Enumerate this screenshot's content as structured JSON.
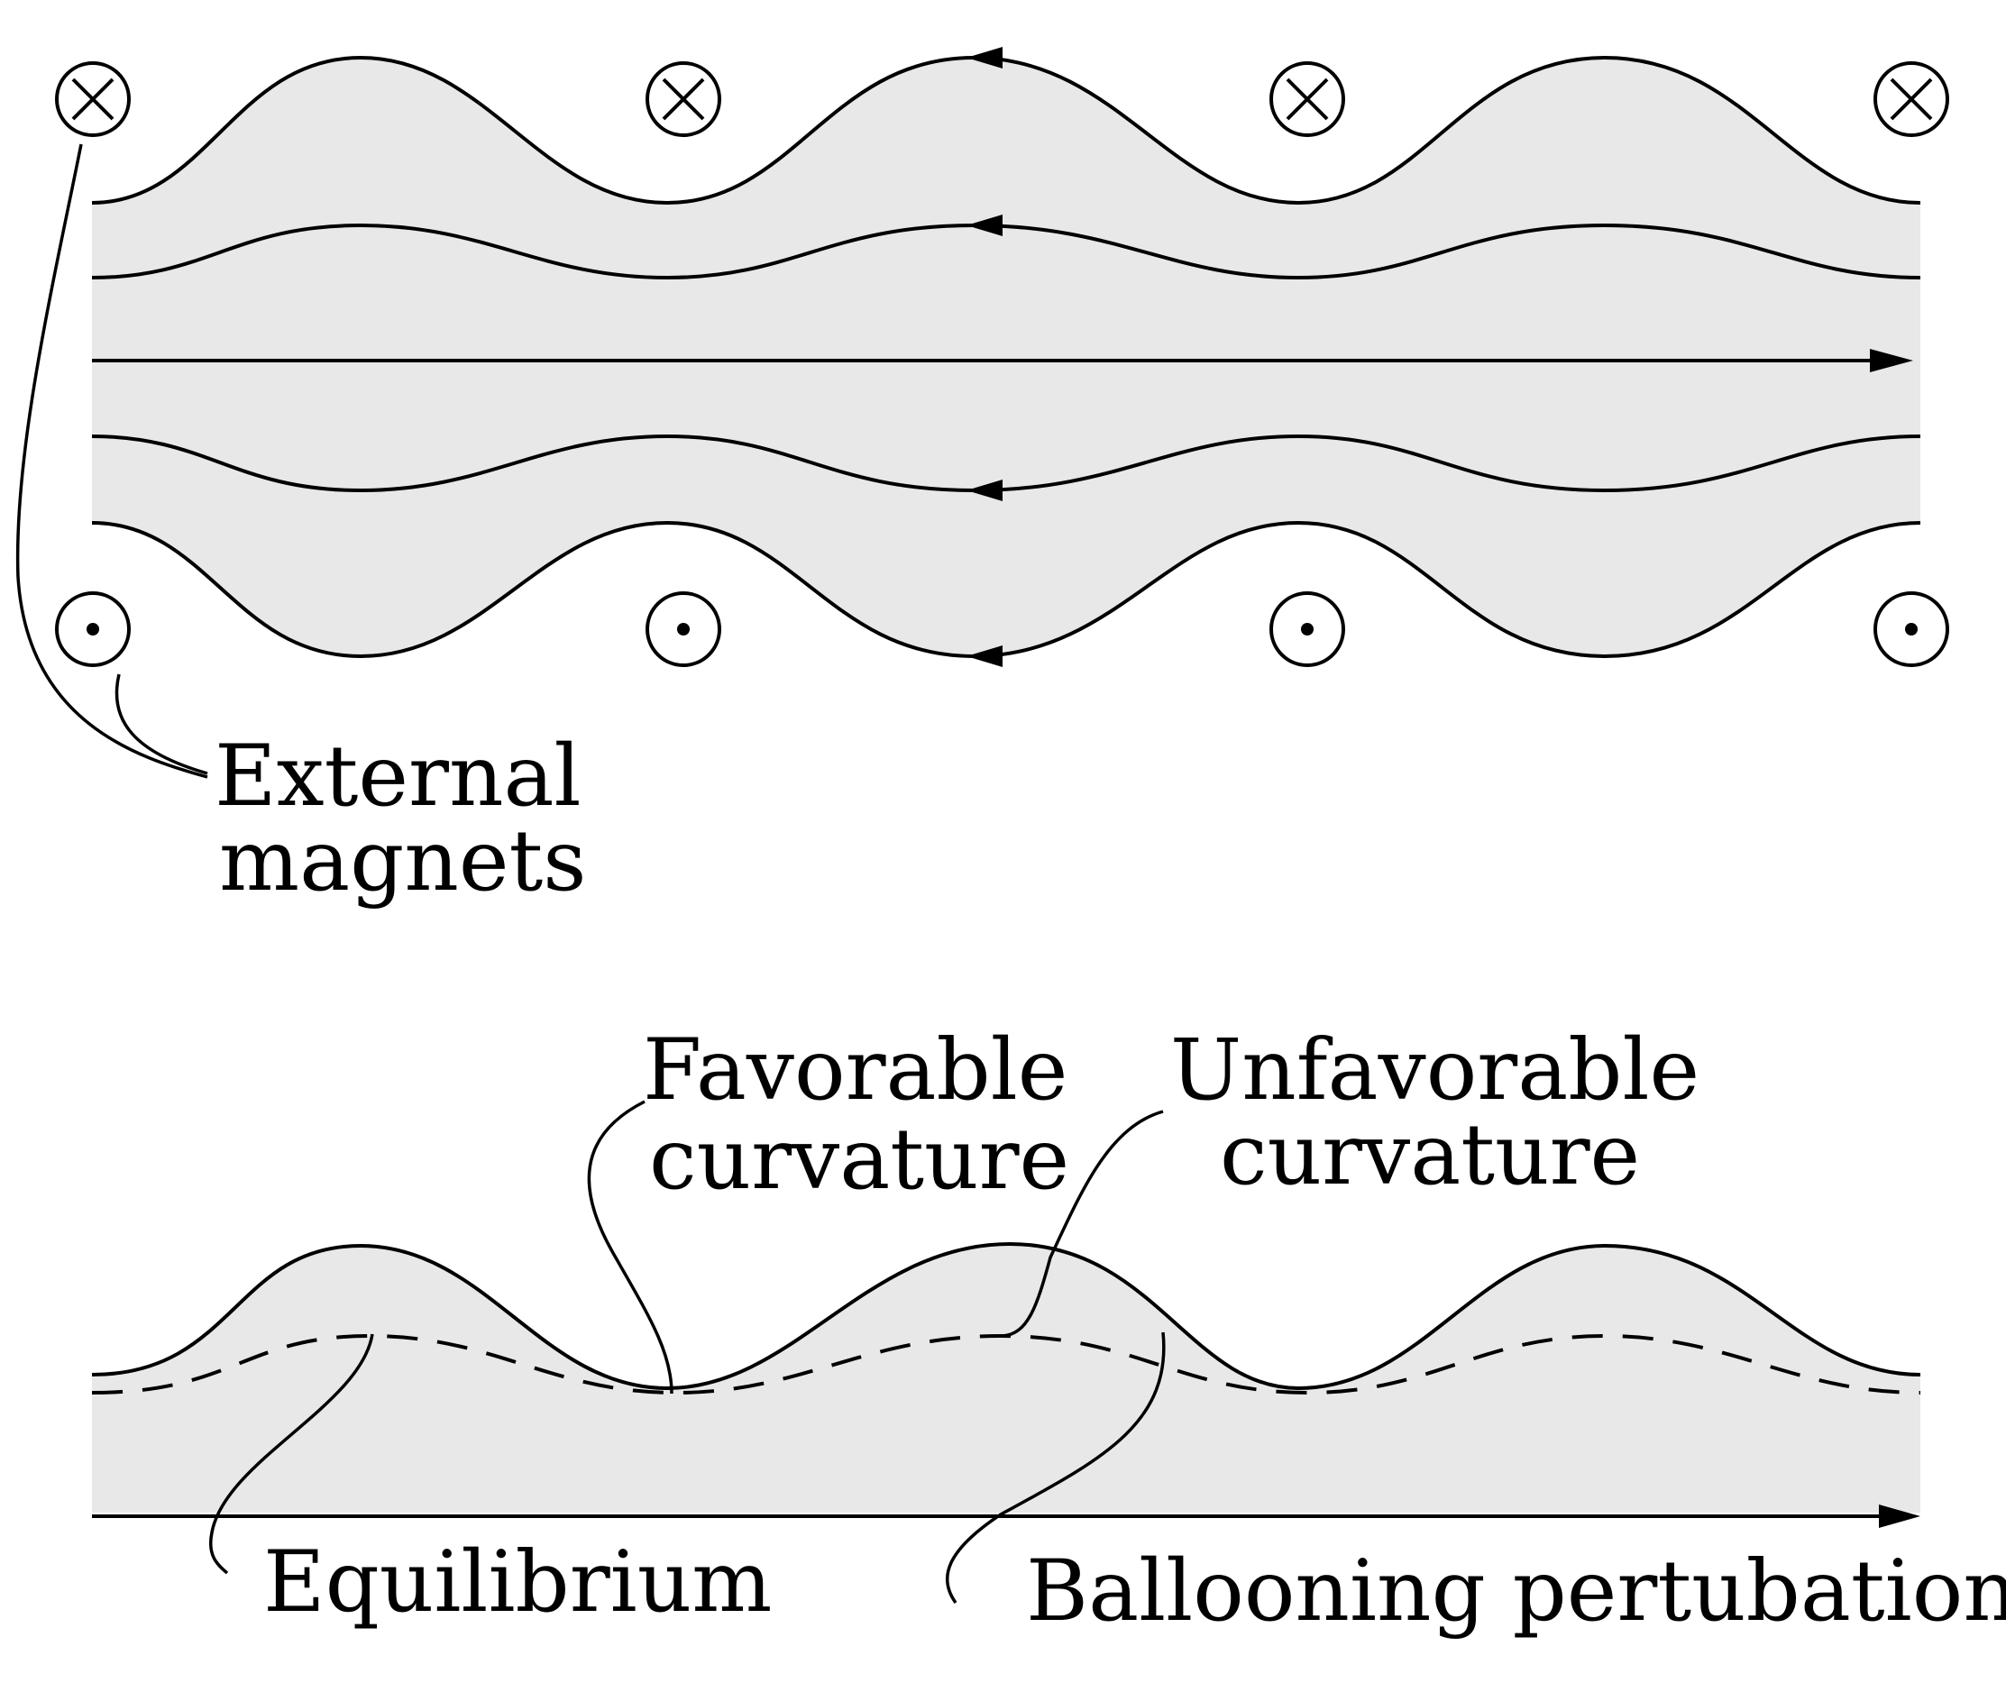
{
  "top_panel": {
    "magnets_top_symbol": "into-page-cross",
    "magnets_bottom_symbol": "out-of-page-dot",
    "label_line1": "External",
    "label_line2": "magnets"
  },
  "bottom_panel": {
    "favorable_line1": "Favorable",
    "favorable_line2": "curvature",
    "unfavorable_line1": "Unfavorable",
    "unfavorable_line2": "curvature",
    "equilibrium": "Equilibrium",
    "ballooning": "Ballooning pertubation"
  },
  "colors": {
    "plasma_fill": "#e8e8e8",
    "line": "#000000"
  }
}
